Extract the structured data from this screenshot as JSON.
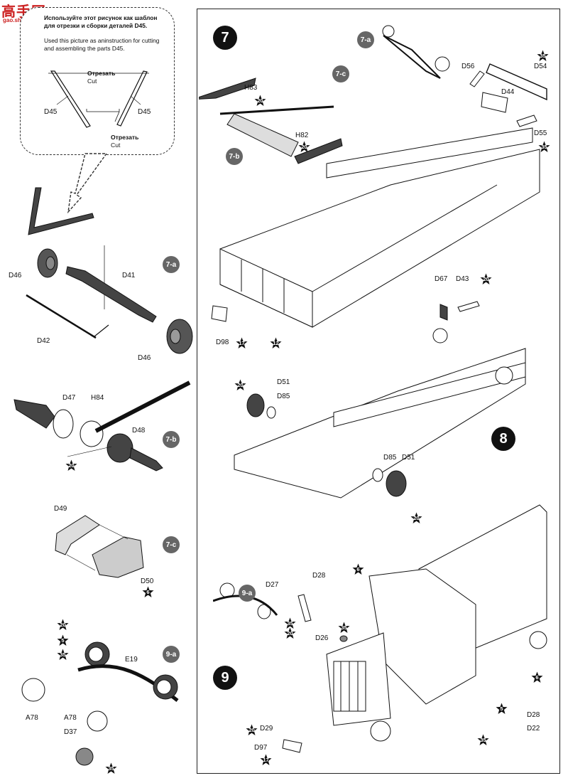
{
  "watermark": {
    "main": "高手网",
    "sub": "gao.shou.com"
  },
  "note": {
    "ru": "Используйте этот рисунок как шаблон для отрезки и сборки деталей D45.",
    "en": "Used this picture as aninstruction for cutting and assembling the parts D45.",
    "cut_ru_1": "Отрезать",
    "cut_en_1": "Cut",
    "cut_ru_2": "Отрезать",
    "cut_en_2": "Cut",
    "part_left": "D45",
    "part_right": "D45"
  },
  "steps": {
    "s7": "7",
    "s8": "8",
    "s9": "9"
  },
  "subs": {
    "a": "7-a",
    "b": "7-b",
    "c": "7-c",
    "d": "9-a",
    "e": "7-a",
    "f": "7-b",
    "g": "7-c",
    "h": "9-a"
  },
  "stars": {
    "h83": "20",
    "h82": "20",
    "d54": "35",
    "d55": "35",
    "d98": "17",
    "p12": "12",
    "d43": "20",
    "d51a": "20",
    "d51b": "20",
    "h84": "20",
    "d50": "6",
    "e19a": "20",
    "e19b": "5",
    "e19c": "35",
    "d37": "35",
    "d28a": "6",
    "d28b": "6",
    "d27a": "35",
    "d27b": "20",
    "d26": "35",
    "d22a": "5",
    "d22b": "35",
    "d29": "20",
    "d97": "17"
  },
  "labels": {
    "d46a": "D46",
    "d41": "D41",
    "d42": "D42",
    "d46b": "D46",
    "d47": "D47",
    "h84": "H84",
    "d48": "D48",
    "d49": "D49",
    "d50": "D50",
    "e19": "E19",
    "a78a": "A78",
    "a78b": "A78",
    "d37": "D37",
    "h83": "H83",
    "h82": "H82",
    "d56": "D56",
    "d54": "D54",
    "d44": "D44",
    "d55": "D55",
    "d98": "D98",
    "d67": "D67",
    "d43": "D43",
    "d51a": "D51",
    "d85a": "D85",
    "d85b": "D85",
    "d51b": "D51",
    "d28a": "D28",
    "d27": "D27",
    "d26": "D26",
    "d28b": "D28",
    "d22": "D22",
    "d29": "D29",
    "d97": "D97"
  },
  "colors": {
    "ink": "#111111",
    "badge": "#666666",
    "brand": "#cc2222"
  }
}
